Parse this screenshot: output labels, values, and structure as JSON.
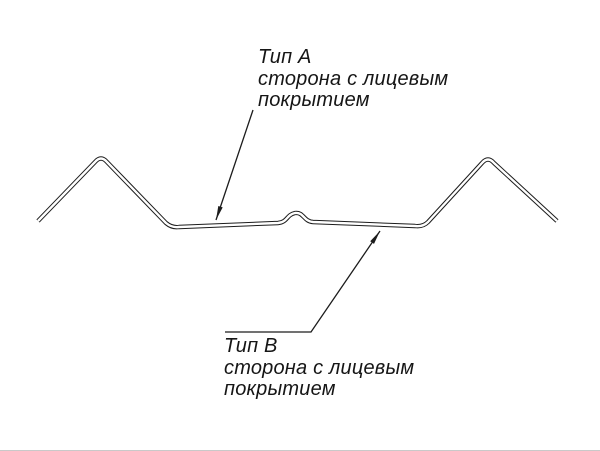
{
  "labels": {
    "type_a": {
      "title": "Тип А",
      "line1": "сторона с лицевым",
      "line2": "покрытием"
    },
    "type_b": {
      "title": "Тип В",
      "line1": "сторона с лицевым",
      "line2": "покрытием"
    }
  },
  "colors": {
    "line_color": "#1c1c1c",
    "background": "#ffffff"
  }
}
